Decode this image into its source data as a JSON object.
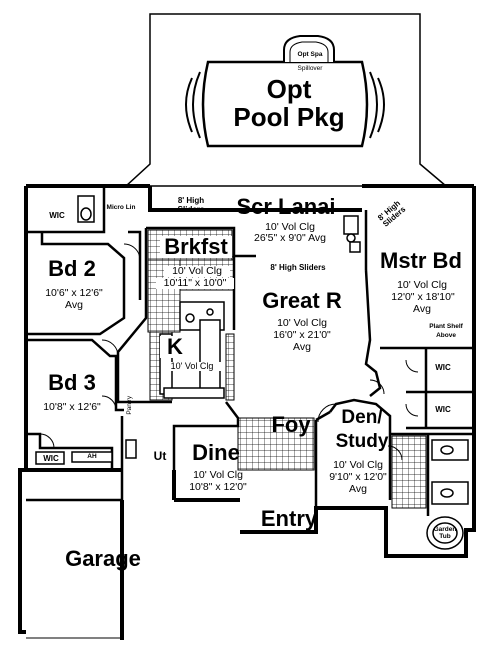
{
  "pool": {
    "title_line1": "Opt",
    "title_line2": "Pool Pkg",
    "spa": "Opt Spa",
    "spillover": "Spillover"
  },
  "lanai": {
    "name": "Scr Lanai",
    "clg": "10' Vol Clg",
    "size": "26'5\" x 9'0\" Avg",
    "sliders_top": "8' High Sliders",
    "sliders_bottom": "8' High Sliders",
    "sliders_right": "8' High Sliders"
  },
  "micro_lin": "Micro Lin",
  "wic_top": "WIC",
  "brkfst": {
    "name": "Brkfst",
    "clg": "10' Vol Clg",
    "size": "10'11\" x 10'0\""
  },
  "bd2": {
    "name": "Bd 2",
    "size": "10'6\" x 12'6\"",
    "avg": "Avg"
  },
  "bd3": {
    "name": "Bd 3",
    "size": "10'8\" x 12'6\""
  },
  "great": {
    "name": "Great R",
    "clg": "10' Vol Clg",
    "size": "16'0\" x 21'0\"",
    "avg": "Avg"
  },
  "kitchen": {
    "name": "K",
    "clg": "10' Vol Clg"
  },
  "mstr": {
    "name": "Mstr Bd",
    "clg": "10' Vol Clg",
    "size": "12'0\" x 18'10\"",
    "avg": "Avg",
    "plant_shelf": "Plant Shelf Above"
  },
  "wic_m1": "WIC",
  "wic_m2": "WIC",
  "foy": "Foy",
  "den": {
    "name_line1": "Den/",
    "name_line2": "Study",
    "clg": "10' Vol Clg",
    "size": "9'10\" x 12'0\"",
    "avg": "Avg"
  },
  "dine": {
    "name": "Dine",
    "clg": "10' Vol Clg",
    "size": "10'8\" x 12'0\""
  },
  "entry": "Entry",
  "ut": "Ut",
  "wic_bl": "WIC",
  "ah": "AH",
  "garage": "Garage",
  "garden_tub": "Garden Tub",
  "pantry": "Pantry"
}
